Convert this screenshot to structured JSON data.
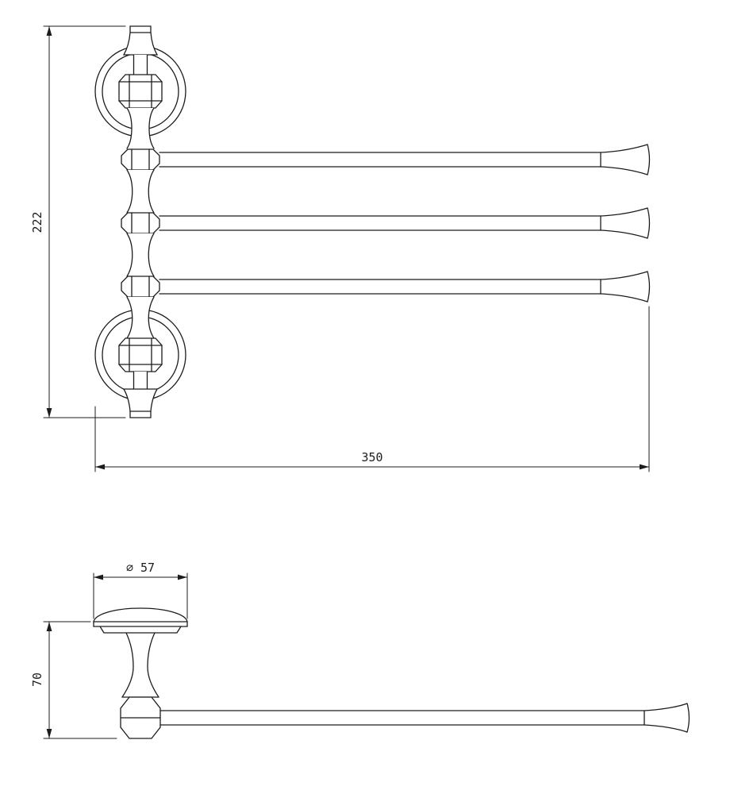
{
  "drawing": {
    "background": "#ffffff",
    "line_color": "#1c1c1c",
    "front_view": {
      "height_dim": "222",
      "width_dim": "350"
    },
    "side_view": {
      "diameter_dim": "⌀ 57",
      "depth_dim": "70"
    }
  }
}
